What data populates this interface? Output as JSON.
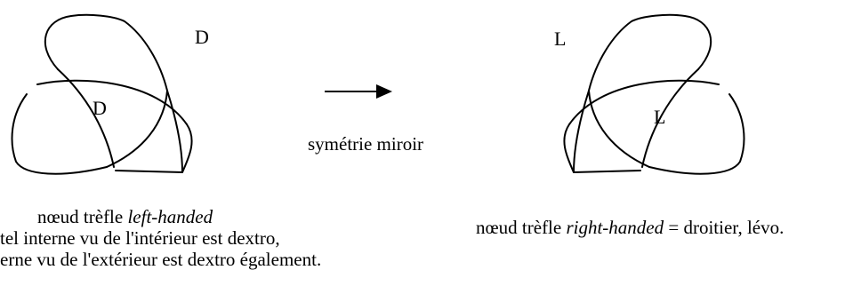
{
  "left_knot": {
    "outer_letter": "D",
    "inner_letter": "D",
    "caption_prefix": "nœud trèfle ",
    "caption_italic": "left-handed",
    "caption_line2": "tel interne vu de l'intérieur est dextro,",
    "caption_line3": "erne vu de l'extérieur est dextro également."
  },
  "arrow": {
    "label": "symétrie miroir"
  },
  "right_knot": {
    "outer_letter": "L",
    "inner_letter": "L",
    "caption_prefix": "nœud trèfle ",
    "caption_italic": "right-handed",
    "caption_suffix": " = droitier, lévo."
  }
}
